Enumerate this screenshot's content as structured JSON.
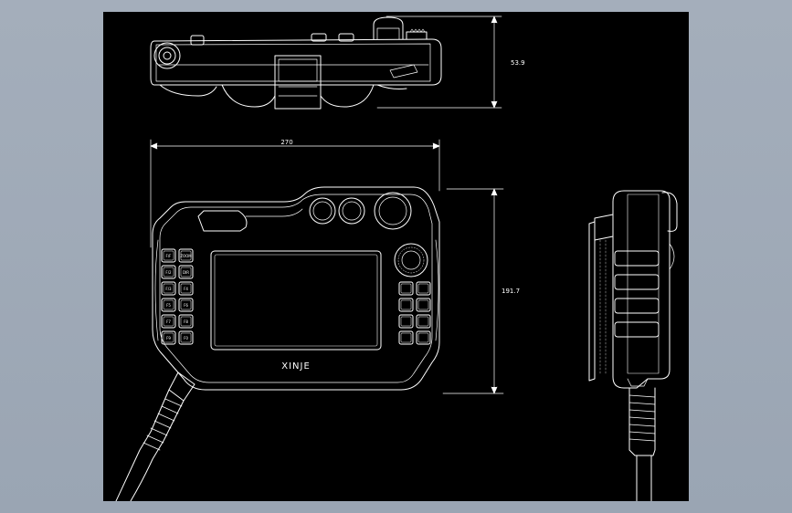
{
  "drawing": {
    "background": "#000000",
    "line_color": "#ffffff",
    "viewport_background": "#9ea8b6"
  },
  "dimensions": {
    "top_height": "53.9",
    "front_width": "270",
    "front_height": "191.7"
  },
  "device": {
    "brand": "XINJE",
    "left_keys": [
      [
        "F/F",
        "ZOOM"
      ],
      [
        "F/2",
        "DIR"
      ],
      [
        "F/3",
        "F4"
      ],
      [
        "F5",
        "F6"
      ],
      [
        "F7",
        "F8"
      ],
      [
        "F9",
        "F0"
      ]
    ],
    "right_keys": [
      [
        "",
        ""
      ],
      [
        "",
        ""
      ],
      [
        "",
        ""
      ],
      [
        "",
        ""
      ]
    ]
  }
}
